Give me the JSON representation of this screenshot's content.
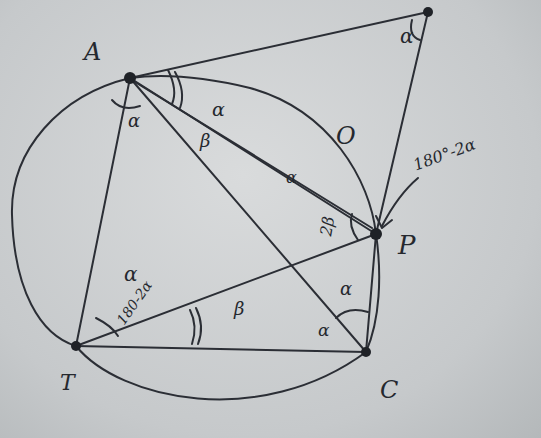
{
  "diagram": {
    "labels": [
      "α",
      "A",
      "α",
      "α",
      "β",
      "O",
      "180°-2α",
      "P",
      "α",
      "2β",
      "α",
      "180-2α",
      "β",
      "α",
      "α",
      "T",
      "C"
    ]
  }
}
